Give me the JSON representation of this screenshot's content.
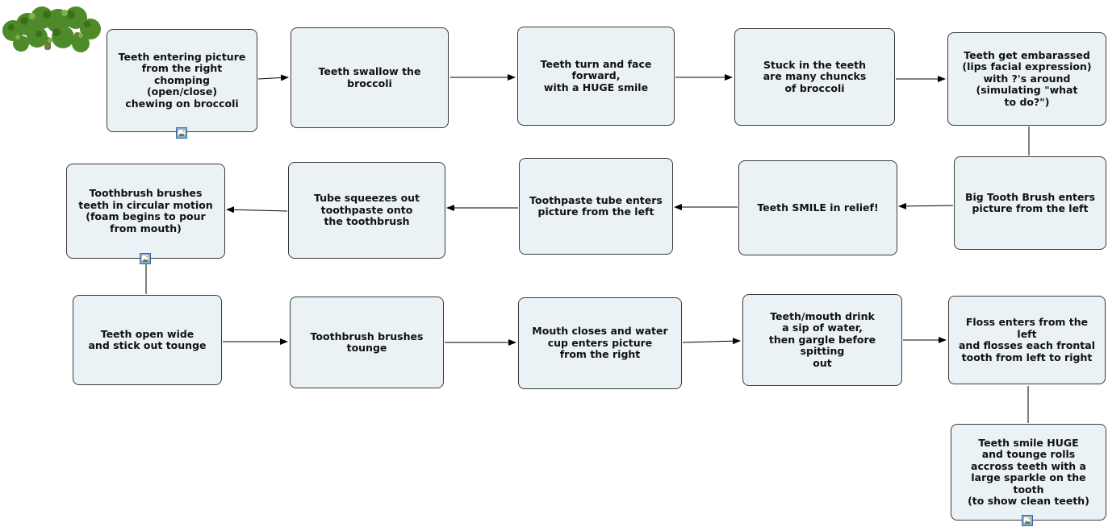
{
  "diagram": {
    "nodes": [
      {
        "id": "n1",
        "label": "Teeth entering picture\nfrom the right\nchomping\n(open/close)\nchewing on broccoli"
      },
      {
        "id": "n2",
        "label": "Teeth swallow the\nbroccoli"
      },
      {
        "id": "n3",
        "label": "Teeth turn and face\nforward,\nwith a HUGE smile"
      },
      {
        "id": "n4",
        "label": "Stuck in the teeth\nare many chuncks\nof broccoli"
      },
      {
        "id": "n5",
        "label": "Teeth get embarassed\n(lips facial expression)\nwith ?'s around\n(simulating \"what\nto do?\")"
      },
      {
        "id": "n6",
        "label": "Big Tooth Brush enters\npicture from the left"
      },
      {
        "id": "n7",
        "label": "Teeth SMILE in relief!"
      },
      {
        "id": "n8",
        "label": "Toothpaste tube enters\npicture from the left"
      },
      {
        "id": "n9",
        "label": "Tube squeezes out\ntoothpaste onto\nthe toothbrush"
      },
      {
        "id": "n10",
        "label": "Toothbrush brushes\nteeth in circular motion\n(foam begins to pour\nfrom mouth)"
      },
      {
        "id": "n11",
        "label": "Teeth open wide\nand stick out tounge"
      },
      {
        "id": "n12",
        "label": "Toothbrush brushes\ntounge"
      },
      {
        "id": "n13",
        "label": "Mouth closes and water\ncup enters picture\nfrom the right"
      },
      {
        "id": "n14",
        "label": "Teeth/mouth drink\na sip of water,\nthen gargle before spitting\nout"
      },
      {
        "id": "n15",
        "label": "Floss enters from the left\nand flosses each frontal\ntooth from  left to right"
      },
      {
        "id": "n16",
        "label": "Teeth smile HUGE\nand tounge rolls\naccross teeth with a\nlarge sparkle on the\ntooth\n(to show clean teeth)"
      }
    ],
    "edges": [
      {
        "from": "n1",
        "to": "n2",
        "arrow": true
      },
      {
        "from": "n2",
        "to": "n3",
        "arrow": true
      },
      {
        "from": "n3",
        "to": "n4",
        "arrow": true
      },
      {
        "from": "n4",
        "to": "n5",
        "arrow": true
      },
      {
        "from": "n5",
        "to": "n6",
        "arrow": false
      },
      {
        "from": "n6",
        "to": "n7",
        "arrow": true
      },
      {
        "from": "n7",
        "to": "n8",
        "arrow": true
      },
      {
        "from": "n8",
        "to": "n9",
        "arrow": true
      },
      {
        "from": "n9",
        "to": "n10",
        "arrow": true
      },
      {
        "from": "n10",
        "to": "n11",
        "arrow": false
      },
      {
        "from": "n11",
        "to": "n12",
        "arrow": true
      },
      {
        "from": "n12",
        "to": "n13",
        "arrow": true
      },
      {
        "from": "n13",
        "to": "n14",
        "arrow": true
      },
      {
        "from": "n14",
        "to": "n15",
        "arrow": true
      },
      {
        "from": "n15",
        "to": "n16",
        "arrow": false
      }
    ],
    "image_attachments": [
      "n1",
      "n10",
      "n16"
    ],
    "decoration": "broccoli-image",
    "colors": {
      "node_fill": "#eaf2f5",
      "node_border": "#3a3a3a",
      "connector": "#000000",
      "broccoli": "#4f8a2a"
    }
  }
}
